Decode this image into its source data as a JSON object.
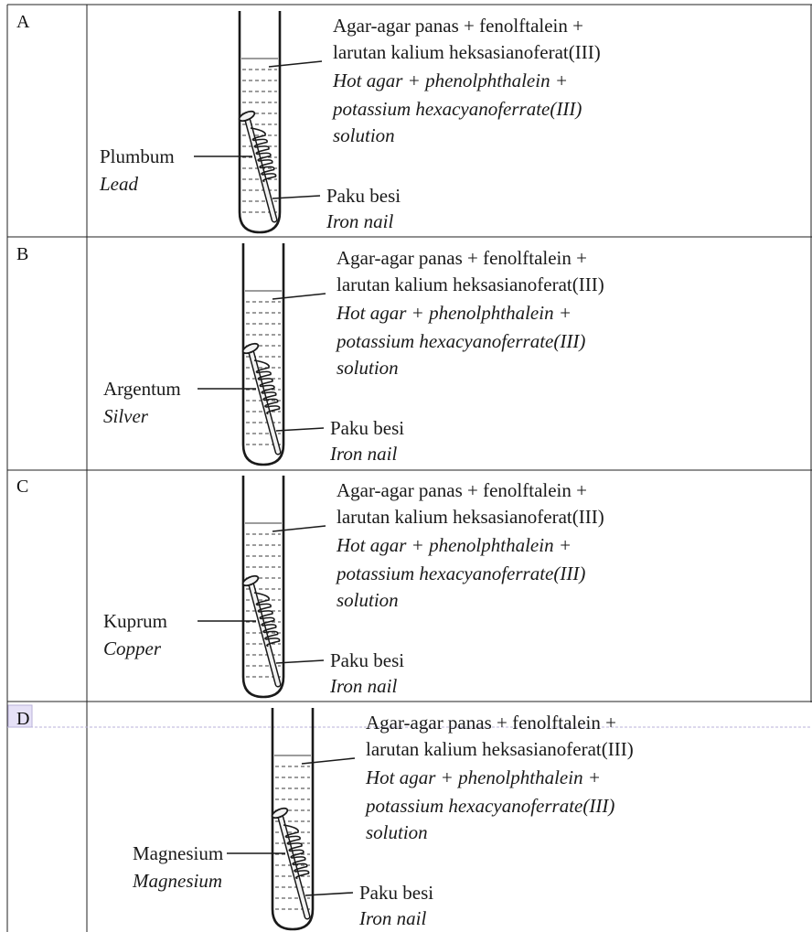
{
  "rows": [
    {
      "option": "A",
      "metal_ms": "Plumbum",
      "metal_en": "Lead",
      "medium_ms_1": "Agar-agar panas + fenolftalein +",
      "medium_ms_2": "larutan kalium heksasianoferat(III)",
      "medium_en_1": "Hot agar + phenolphthalein +",
      "medium_en_2": "potassium hexacyanoferrate(III)",
      "medium_en_3": "solution",
      "nail_ms": "Paku besi",
      "nail_en": "Iron nail"
    },
    {
      "option": "B",
      "metal_ms": "Argentum",
      "metal_en": "Silver",
      "medium_ms_1": "Agar-agar panas + fenolftalein +",
      "medium_ms_2": "larutan kalium heksasianoferat(III)",
      "medium_en_1": "Hot agar + phenolphthalein +",
      "medium_en_2": "potassium hexacyanoferrate(III)",
      "medium_en_3": "solution",
      "nail_ms": "Paku besi",
      "nail_en": "Iron nail"
    },
    {
      "option": "C",
      "metal_ms": "Kuprum",
      "metal_en": "Copper",
      "medium_ms_1": "Agar-agar panas + fenolftalein +",
      "medium_ms_2": "larutan kalium heksasianoferat(III)",
      "medium_en_1": "Hot agar + phenolphthalein +",
      "medium_en_2": "potassium hexacyanoferrate(III)",
      "medium_en_3": "solution",
      "nail_ms": "Paku besi",
      "nail_en": "Iron nail"
    },
    {
      "option": "D",
      "metal_ms": "Magnesium",
      "metal_en": "Magnesium",
      "medium_ms_1": "Agar-agar panas + fenolftalein +",
      "medium_ms_2": "larutan kalium heksasianoferat(III)",
      "medium_en_1": "Hot agar + phenolphthalein +",
      "medium_en_2": "potassium hexacyanoferrate(III)",
      "medium_en_3": "solution",
      "nail_ms": "Paku besi",
      "nail_en": "Iron nail"
    }
  ]
}
